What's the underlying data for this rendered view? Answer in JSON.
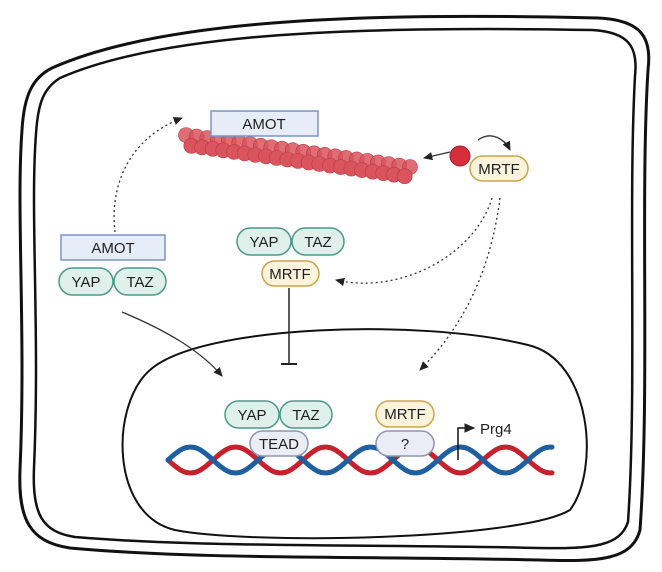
{
  "labels": {
    "amot_filament": "AMOT",
    "amot_complex": "AMOT",
    "yap_left": "YAP",
    "taz_left": "TAZ",
    "mrtf_cyto": "MRTF",
    "yap_mid": "YAP",
    "taz_mid": "TAZ",
    "mrtf_mid": "MRTF",
    "yap_nuc": "YAP",
    "taz_nuc": "TAZ",
    "tead": "TEAD",
    "mrtf_nuc": "MRTF",
    "unknown": "?",
    "gene": "Prg4"
  },
  "colors": {
    "yap_taz_fill": "#dff0ea",
    "yap_taz_stroke": "#4a9a86",
    "mrtf_fill": "#fbf3dc",
    "mrtf_stroke": "#c9a64a",
    "amot_fill": "#e6ecf8",
    "amot_stroke": "#7a94c7",
    "tead_fill": "#eaedf5",
    "tead_stroke": "#8d96ad",
    "actin": "#d9545c",
    "dna_red": "#c8202c",
    "dna_blue": "#1d5fa0"
  }
}
